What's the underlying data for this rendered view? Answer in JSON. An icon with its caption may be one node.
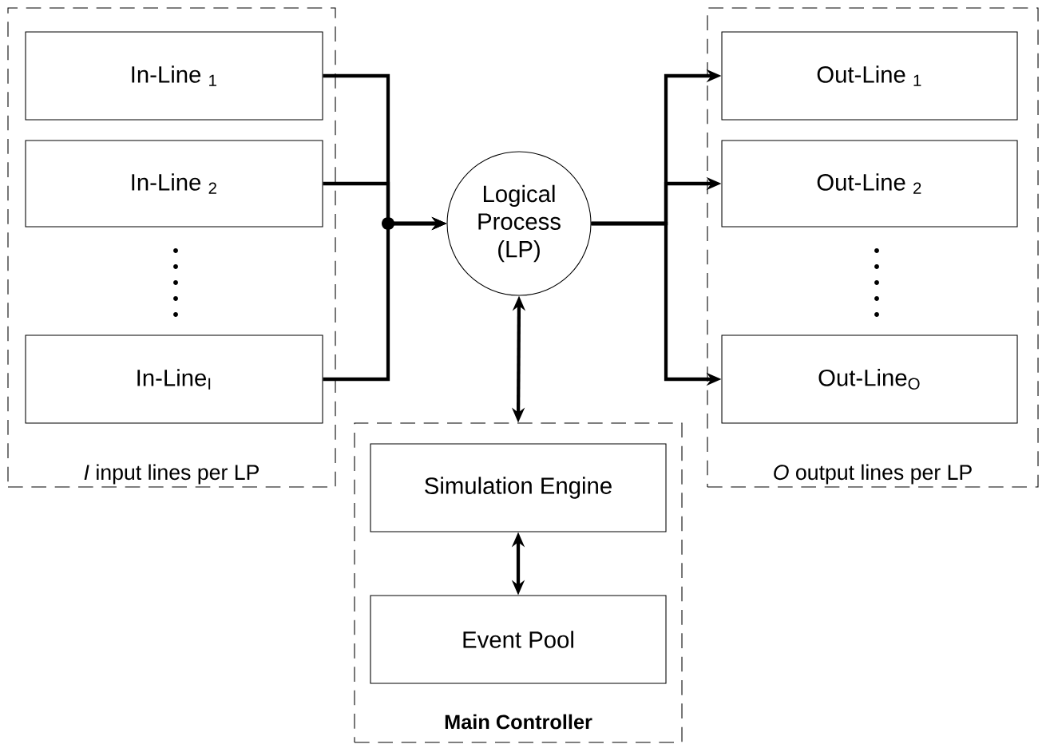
{
  "diagram": {
    "nodes": [
      {
        "text": [
          "*I* input lines per LP"
        ]
      },
      {
        "text": [
          "In-Line $_{1}$"
        ],
        "in": 0
      },
      {
        "text": [
          "In-Line $_{2}$"
        ],
        "in": 0
      },
      {
        "text": [
          "In-Line$_{I}$"
        ],
        "in": 0
      },
      {
        "text": [
          "Logical Process (LP)"
        ]
      },
      {
        "text": [
          "*O* output lines per LP"
        ]
      },
      {
        "text": [
          "Out-Line $_{1}$"
        ],
        "in": 5
      },
      {
        "text": [
          "Out-Line $_{2}$"
        ],
        "in": 5
      },
      {
        "text": [
          "Out-Line$_{O}$"
        ],
        "in": 5
      },
      {
        "text": [
          "Main Controller"
        ]
      },
      {
        "text": [
          "Simulation Engine"
        ],
        "in": 9
      },
      {
        "text": [
          "Event Pool"
        ],
        "in": 9
      }
    ],
    "edges": [
      {
        "from": 1,
        "to": 4,
        "arrow": "to"
      },
      {
        "from": 2,
        "to": 4,
        "arrow": "to"
      },
      {
        "from": 3,
        "to": 4,
        "arrow": "to"
      },
      {
        "from": 4,
        "to": 6,
        "arrow": "to"
      },
      {
        "from": 4,
        "to": 7,
        "arrow": "to"
      },
      {
        "from": 4,
        "to": 8,
        "arrow": "to"
      },
      {
        "from": 4,
        "to": 9,
        "arrow": "both"
      },
      {
        "from": 10,
        "to": 11,
        "arrow": "both"
      }
    ]
  }
}
